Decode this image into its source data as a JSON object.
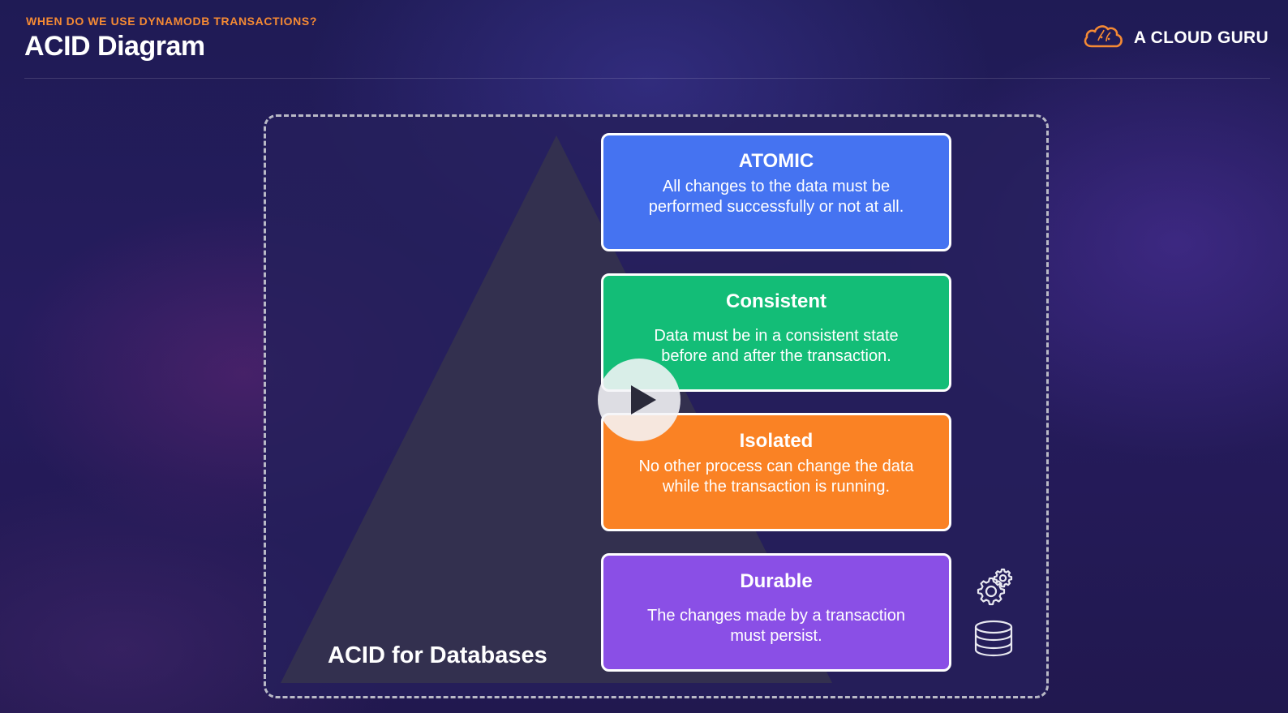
{
  "header": {
    "subtitle": "WHEN DO WE USE DYNAMODB TRANSACTIONS?",
    "title": "ACID Diagram",
    "logo_text": "A CLOUD GURU"
  },
  "diagram": {
    "pyramid_label": "ACID for Databases",
    "cards": [
      {
        "title": "ATOMIC",
        "description": "All changes to the data must be performed successfully or not at all.",
        "color": "#4573f1"
      },
      {
        "title": "Consistent",
        "description": "Data must be in a consistent state before and after the transaction.",
        "color": "#13bd77"
      },
      {
        "title": "Isolated",
        "description": "No other process can change the data while the transaction is running.",
        "color": "#fa8224"
      },
      {
        "title": "Durable",
        "description": "The changes made by a transaction must persist.",
        "color": "#8a4fe6"
      }
    ],
    "icons": [
      "gears-icon",
      "database-icon"
    ]
  },
  "player": {
    "icon": "play-icon"
  },
  "colors": {
    "accent": "#f58a34",
    "background": "#231b58"
  }
}
